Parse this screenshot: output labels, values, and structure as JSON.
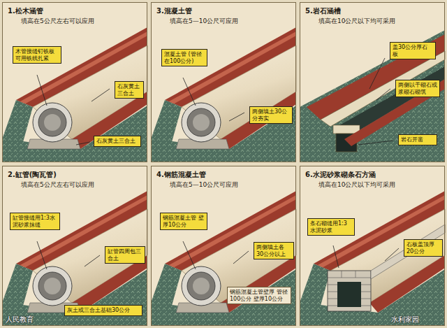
{
  "diagram": {
    "nodes": [
      {
        "text": [
          "1.松木涵管",
          "填高在5公尺左右可以应用"
        ]
      },
      {
        "text": [
          "木管接缝钉铁板 可用铁线扎紧"
        ],
        "in": 0
      },
      {
        "text": [
          "石灰黄土三合土"
        ],
        "in": 0
      },
      {
        "text": [
          "石灰黄土三合土"
        ],
        "in": 0
      },
      {
        "text": [
          "3.混凝土管",
          "填高在5—10公尺可应用"
        ]
      },
      {
        "text": [
          "混凝土管 (管径在100公分)"
        ],
        "in": 4
      },
      {
        "text": [
          "两侧填土30公分夯实"
        ],
        "in": 4
      },
      {
        "text": [
          "5.岩石涵槽",
          "填高在10公尺以下均可采用"
        ]
      },
      {
        "text": [
          "盖30公分厚石板"
        ],
        "in": 7
      },
      {
        "text": [
          "两侧以干砌石或浆砌石砌筑"
        ],
        "in": 7
      },
      {
        "text": [
          "岩石开凿"
        ],
        "in": 7
      },
      {
        "text": [
          "2.缸管(陶瓦管)",
          "填高在5公尺左右可以应用"
        ]
      },
      {
        "text": [
          "缸管接缝用1:3水泥砂浆抹缝"
        ],
        "in": 11
      },
      {
        "text": [
          "缸管四周包三合土"
        ],
        "in": 11
      },
      {
        "text": [
          "灰土或三合土基础30公分"
        ],
        "in": 11
      },
      {
        "text": [
          "4.钢筋混凝土管",
          "填高在5—10公尺可应用"
        ]
      },
      {
        "text": [
          "钢筋混凝土管 壁厚10公分"
        ],
        "in": 15
      },
      {
        "text": [
          "两侧填土各30公分以上"
        ],
        "in": 15
      },
      {
        "text": [
          "钢筋混凝土管壁厚 管径100公分 壁厚10公分"
        ],
        "in": 15
      },
      {
        "text": [
          "6.水泥砂浆砌条石方涵",
          "填高在10公尺以下均可采用"
        ]
      },
      {
        "text": [
          "条石砌缝用1:3水泥砂浆"
        ],
        "in": 19
      },
      {
        "text": [
          "石板盖顶厚20公分"
        ],
        "in": 19
      }
    ],
    "labels": [
      "人民教育",
      "水利家园"
    ]
  }
}
